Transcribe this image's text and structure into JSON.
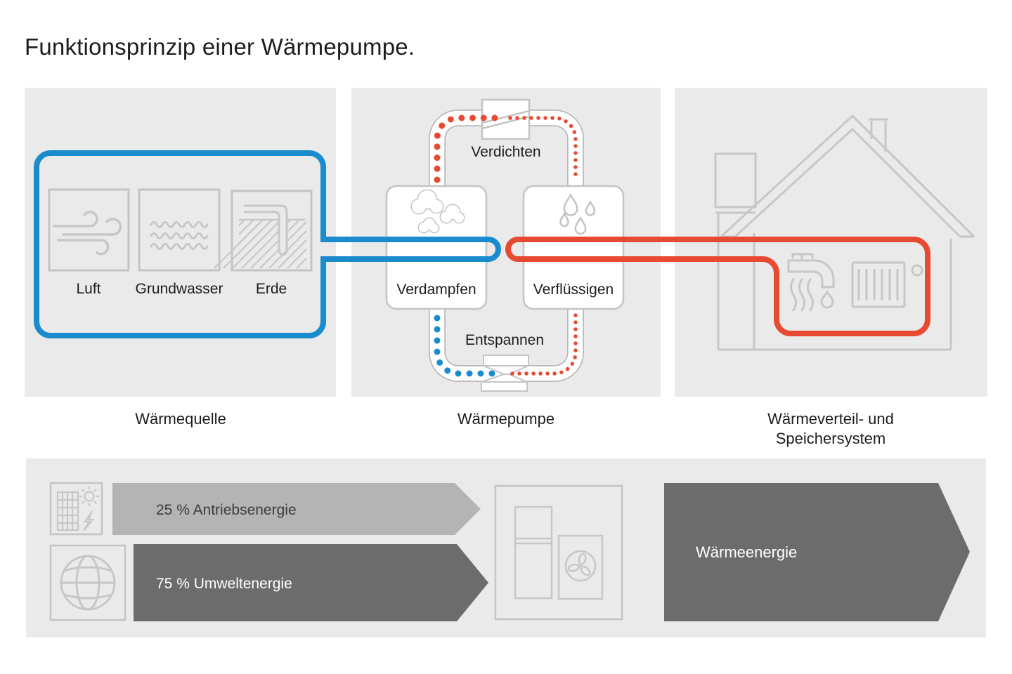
{
  "title": "Funktionsprinzip einer Wärmepumpe.",
  "panels": {
    "source": {
      "caption": "Wärmequelle",
      "items": [
        {
          "label": "Luft",
          "icon": "wind-icon"
        },
        {
          "label": "Grundwasser",
          "icon": "water-waves-icon"
        },
        {
          "label": "Erde",
          "icon": "ground-probe-icon"
        }
      ]
    },
    "pump": {
      "caption": "Wärmepumpe",
      "stages": {
        "compress": "Verdichten",
        "evaporate": "Verdampfen",
        "condense": "Verflüssigen",
        "expand": "Entspannen"
      }
    },
    "distribution": {
      "caption_line1": "Wärmeverteil- und",
      "caption_line2": "Speichersystem",
      "icons": [
        "house-icon",
        "hot-water-tap-icon",
        "radiator-icon"
      ]
    },
    "energy": {
      "flows": [
        {
          "label": "25 % Antriebsenergie",
          "icon": "solar-electricity-icon",
          "tone": "light"
        },
        {
          "label": "75 % Umweltenergie",
          "icon": "globe-icon",
          "tone": "dark"
        },
        {
          "label": "Wärmeenergie",
          "icon": "heat-pump-unit-icon",
          "tone": "dark"
        }
      ]
    }
  },
  "colors": {
    "panel": "#eaeaea",
    "icon": "#c7c7c7",
    "border": "#c4c4c4",
    "pipe": "#b9b9b9",
    "blue": "#1a8ccd",
    "red": "#e84a31",
    "arrowLight": "#b4b4b4",
    "arrowDark": "#6c6c6c",
    "text": "#1d1d1b",
    "text2": "#3d3d3d"
  }
}
